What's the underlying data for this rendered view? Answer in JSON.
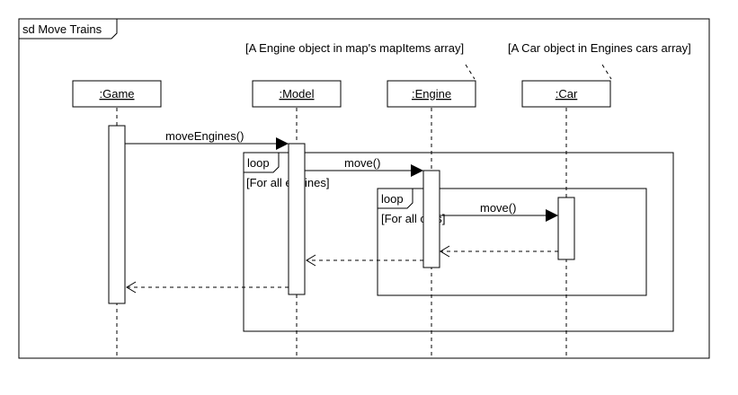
{
  "frame": {
    "label": "sd Move Trains"
  },
  "participants": [
    {
      "id": "game",
      "name": ":Game"
    },
    {
      "id": "model",
      "name": ":Model"
    },
    {
      "id": "engine",
      "name": ":Engine",
      "note": "[A Engine object in map's mapItems array]"
    },
    {
      "id": "car",
      "name": ":Car",
      "note": "[A Car object in Engines cars array]"
    }
  ],
  "messages": [
    {
      "from": "game",
      "to": "model",
      "label": "moveEngines()",
      "kind": "sync"
    },
    {
      "from": "model",
      "to": "engine",
      "label": "move()",
      "kind": "sync"
    },
    {
      "from": "engine",
      "to": "car",
      "label": "move()",
      "kind": "sync"
    },
    {
      "from": "car",
      "to": "engine",
      "label": "",
      "kind": "return"
    },
    {
      "from": "engine",
      "to": "model",
      "label": "",
      "kind": "return"
    },
    {
      "from": "model",
      "to": "game",
      "label": "",
      "kind": "return"
    }
  ],
  "fragments": [
    {
      "operator": "loop",
      "guard": "[For all engines]"
    },
    {
      "operator": "loop",
      "guard": "[For all cars]"
    }
  ]
}
